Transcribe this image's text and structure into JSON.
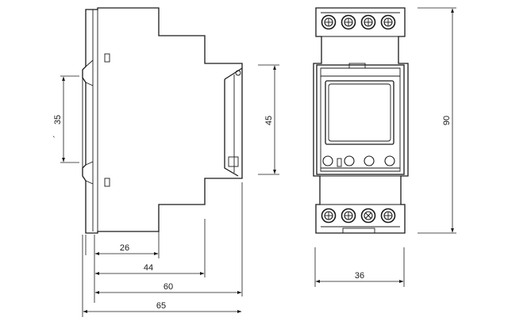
{
  "side_view": {
    "dimensions": {
      "rail_height": "35",
      "front_height": "45",
      "depth_1": "26",
      "depth_2": "44",
      "depth_3": "60",
      "depth_total": "65"
    },
    "mark": "`"
  },
  "front_view": {
    "dimensions": {
      "height": "90",
      "width": "36"
    },
    "terminals_top": [
      "screw-terminal",
      "screw-terminal",
      "screw-terminal",
      "screw-terminal"
    ],
    "terminals_bottom": [
      "screw-terminal",
      "screw-terminal",
      "crossed-terminal",
      "screw-terminal"
    ],
    "buttons": [
      "button-1",
      "button-2",
      "button-3",
      "button-4"
    ]
  }
}
